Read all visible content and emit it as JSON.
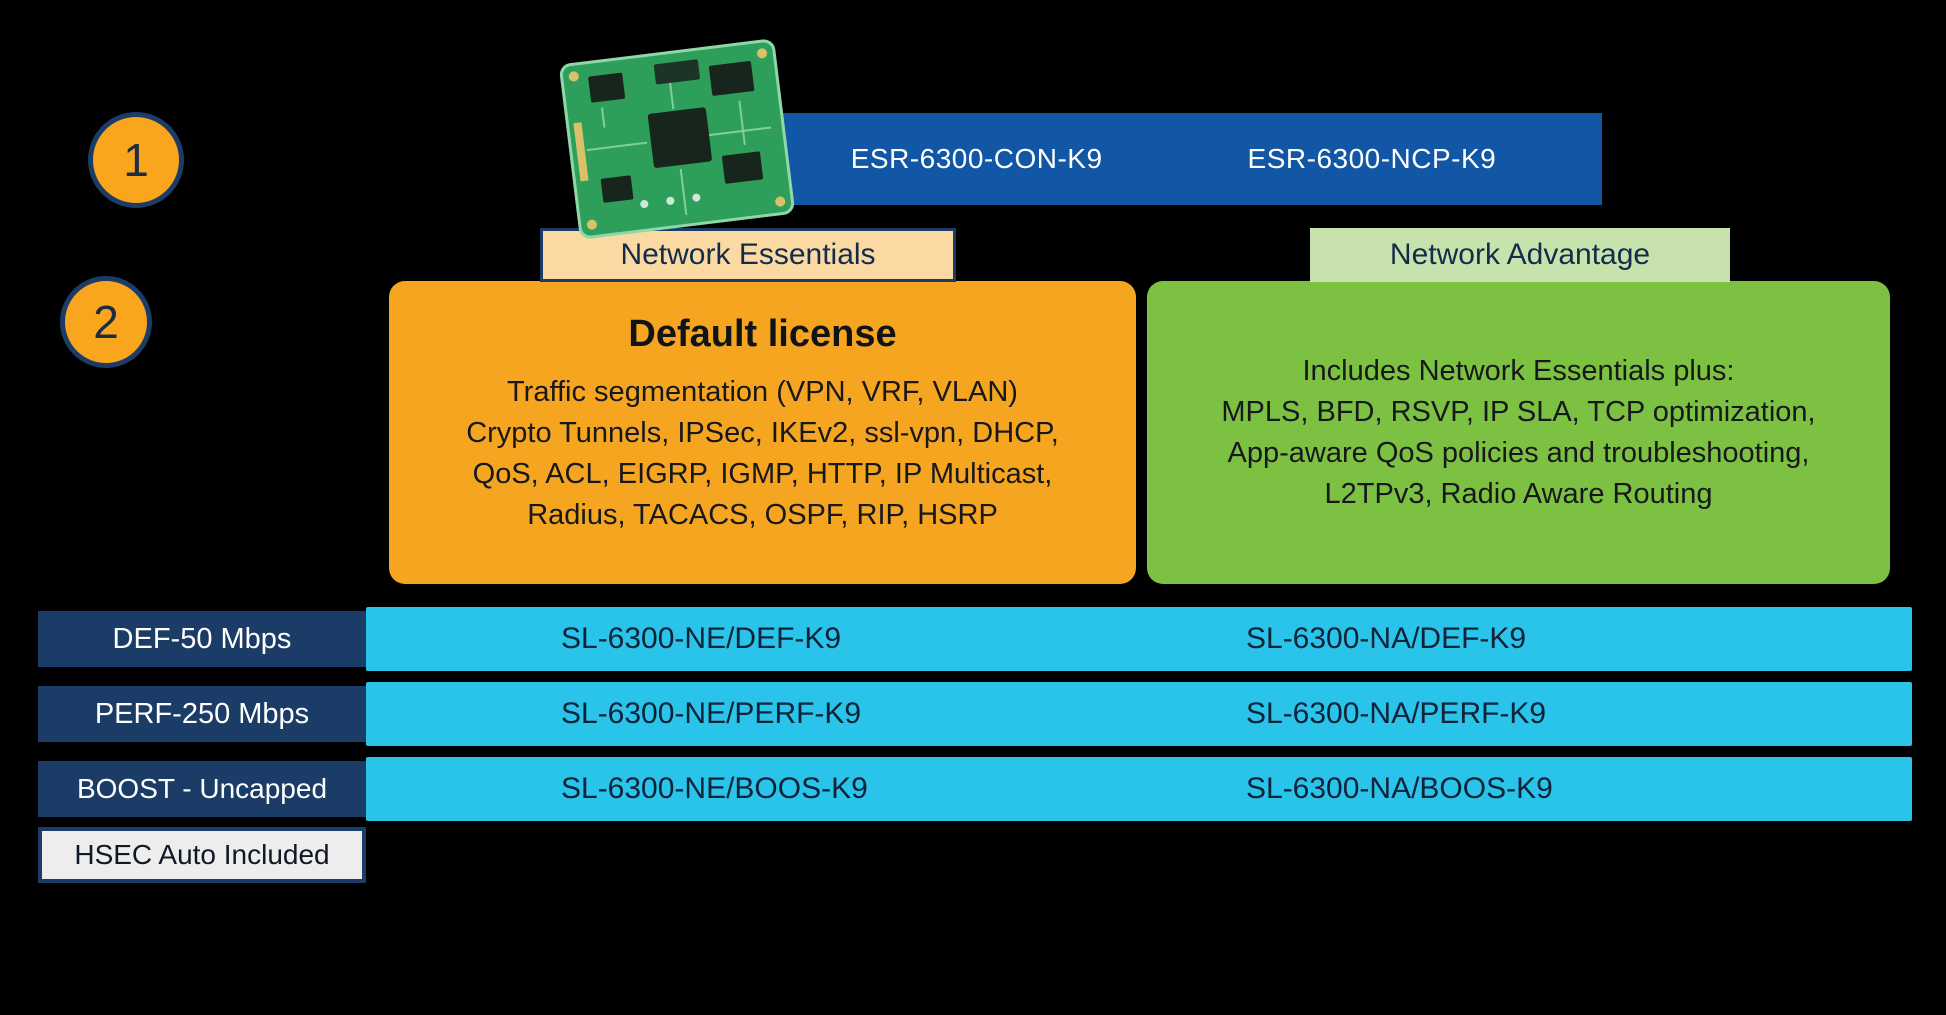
{
  "steps": [
    "1",
    "2"
  ],
  "header": {
    "skus": [
      "ESR-6300-CON-K9",
      "ESR-6300-NCP-K9"
    ]
  },
  "essentials": {
    "tab": "Network Essentials",
    "title": "Default license",
    "lines": [
      "Traffic segmentation (VPN, VRF, VLAN)",
      "Crypto Tunnels, IPSec, IKEv2, ssl-vpn, DHCP,",
      "QoS, ACL, EIGRP, IGMP, HTTP, IP Multicast,",
      "Radius, TACACS, OSPF, RIP, HSRP"
    ]
  },
  "advantage": {
    "tab": "Network Advantage",
    "lines": [
      "Includes Network Essentials plus:",
      "MPLS, BFD, RSVP, IP SLA, TCP optimization,",
      "App-aware QoS policies and troubleshooting,",
      "L2TPv3, Radio Aware Routing"
    ]
  },
  "tiers": [
    {
      "label": "DEF-50 Mbps",
      "ne": "SL-6300-NE/DEF-K9",
      "na": "SL-6300-NA/DEF-K9"
    },
    {
      "label": "PERF-250 Mbps",
      "ne": "SL-6300-NE/PERF-K9",
      "na": "SL-6300-NA/PERF-K9"
    },
    {
      "label": "BOOST - Uncapped",
      "ne": "SL-6300-NE/BOOS-K9",
      "na": "SL-6300-NA/BOOS-K9"
    }
  ],
  "hsec_label": "HSEC Auto Included",
  "colors": {
    "background": "#000000",
    "hardware_bar_blue": "#1157A6",
    "badge_orange": "#F9A51E",
    "navy": "#1B3C66",
    "essentials_tab_peach": "#FBD9A2",
    "advantage_tab_green": "#C8E2AE",
    "essentials_panel_orange": "#F6A521",
    "advantage_panel_green": "#7CC142",
    "tier_bar_cyan": "#2AC4EA",
    "hsec_gray": "#EDEDED"
  }
}
